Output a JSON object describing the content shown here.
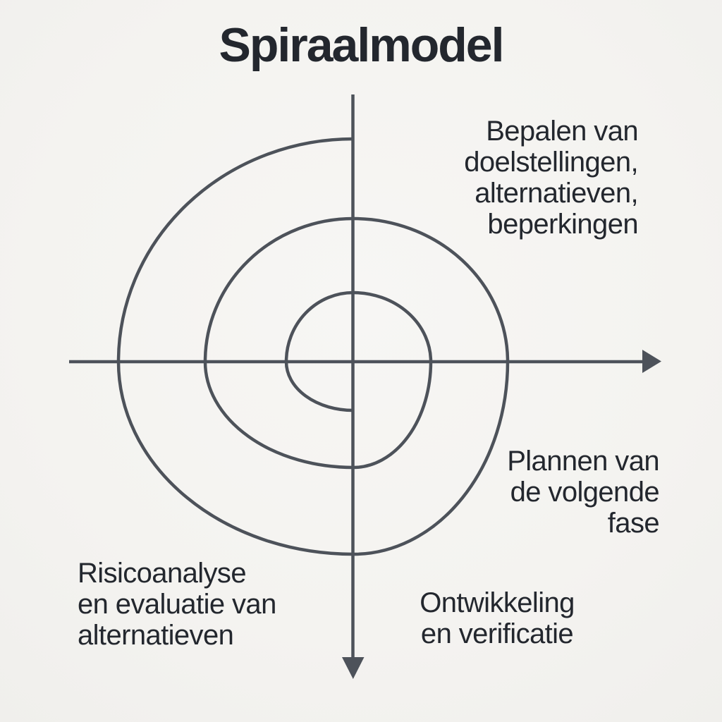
{
  "title": "Spiraalmodel",
  "colors": {
    "background": "#f5f4f1",
    "line": "#4d525a",
    "text": "#23272e"
  },
  "diagram": {
    "type": "spiral-model",
    "turns": 2.5,
    "axes": {
      "horizontal_arrow_direction": "right",
      "vertical_arrow_direction": "down"
    },
    "quadrant_labels": [
      {
        "id": "objectives",
        "position": "top-right",
        "align": "right",
        "text": "Bepalen van\ndoelstellingen,\nalternatieven,\nbeperkingen"
      },
      {
        "id": "planning",
        "position": "right-lower",
        "align": "right",
        "text": "Plannen van\nde volgende\nfase"
      },
      {
        "id": "risk",
        "position": "bottom-left",
        "align": "left",
        "text": "Risicoanalyse\nen evaluatie van\nalternatieven"
      },
      {
        "id": "development",
        "position": "bottom-center",
        "align": "center",
        "text": "Ontwikkeling\nen verificatie"
      }
    ]
  }
}
